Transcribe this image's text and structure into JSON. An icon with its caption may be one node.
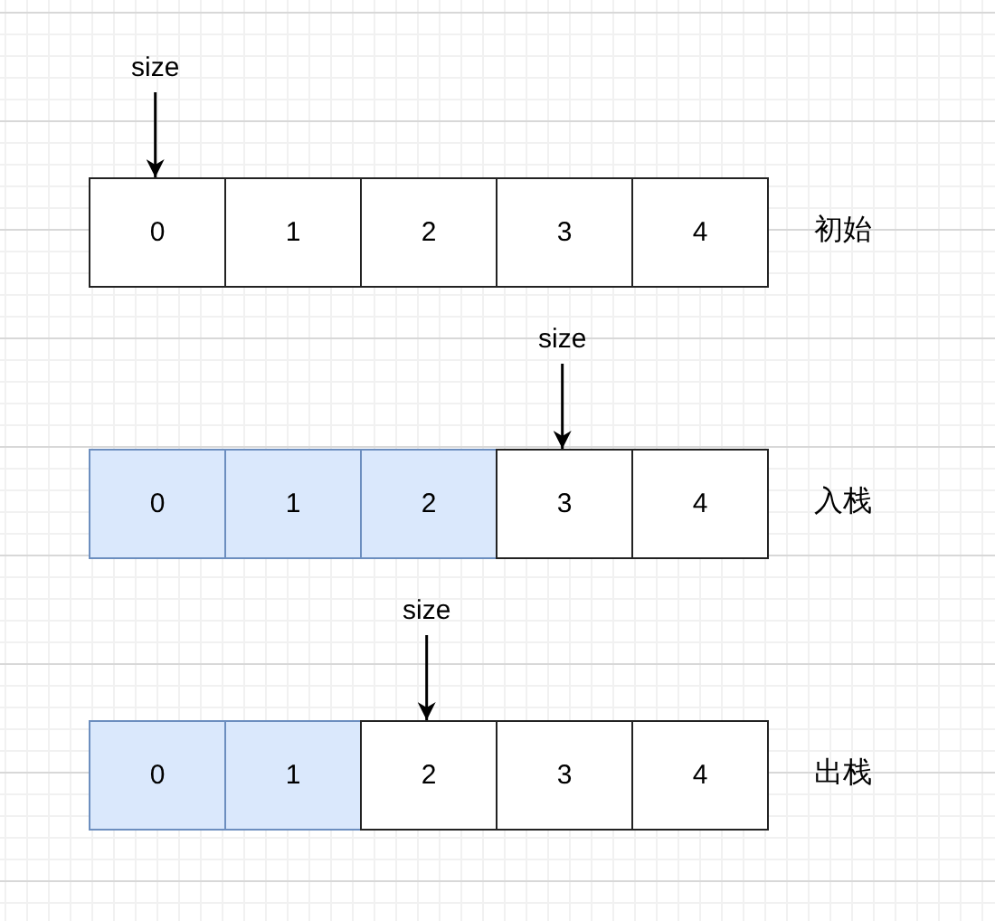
{
  "diagram": {
    "nodes": [
      {
        "text": [
          "size"
        ]
      },
      {
        "text": [
          "0"
        ]
      },
      {
        "text": [
          "1"
        ]
      },
      {
        "text": [
          "2"
        ]
      },
      {
        "text": [
          "3"
        ]
      },
      {
        "text": [
          "4"
        ]
      },
      {
        "text": [
          "size"
        ]
      },
      {
        "text": [
          "0"
        ]
      },
      {
        "text": [
          "1"
        ]
      },
      {
        "text": [
          "2"
        ]
      },
      {
        "text": [
          "3"
        ]
      },
      {
        "text": [
          "4"
        ]
      },
      {
        "text": [
          "size"
        ]
      },
      {
        "text": [
          "0"
        ]
      },
      {
        "text": [
          "1"
        ]
      },
      {
        "text": [
          "2"
        ]
      },
      {
        "text": [
          "3"
        ]
      },
      {
        "text": [
          "4"
        ]
      }
    ],
    "edges": [
      {
        "from": 0,
        "to": 1,
        "arrow": "to"
      },
      {
        "from": 6,
        "to": 10,
        "arrow": "to"
      },
      {
        "from": 12,
        "to": 15,
        "arrow": "to"
      }
    ],
    "labels": [
      "初始",
      "入栈",
      "出栈"
    ]
  }
}
